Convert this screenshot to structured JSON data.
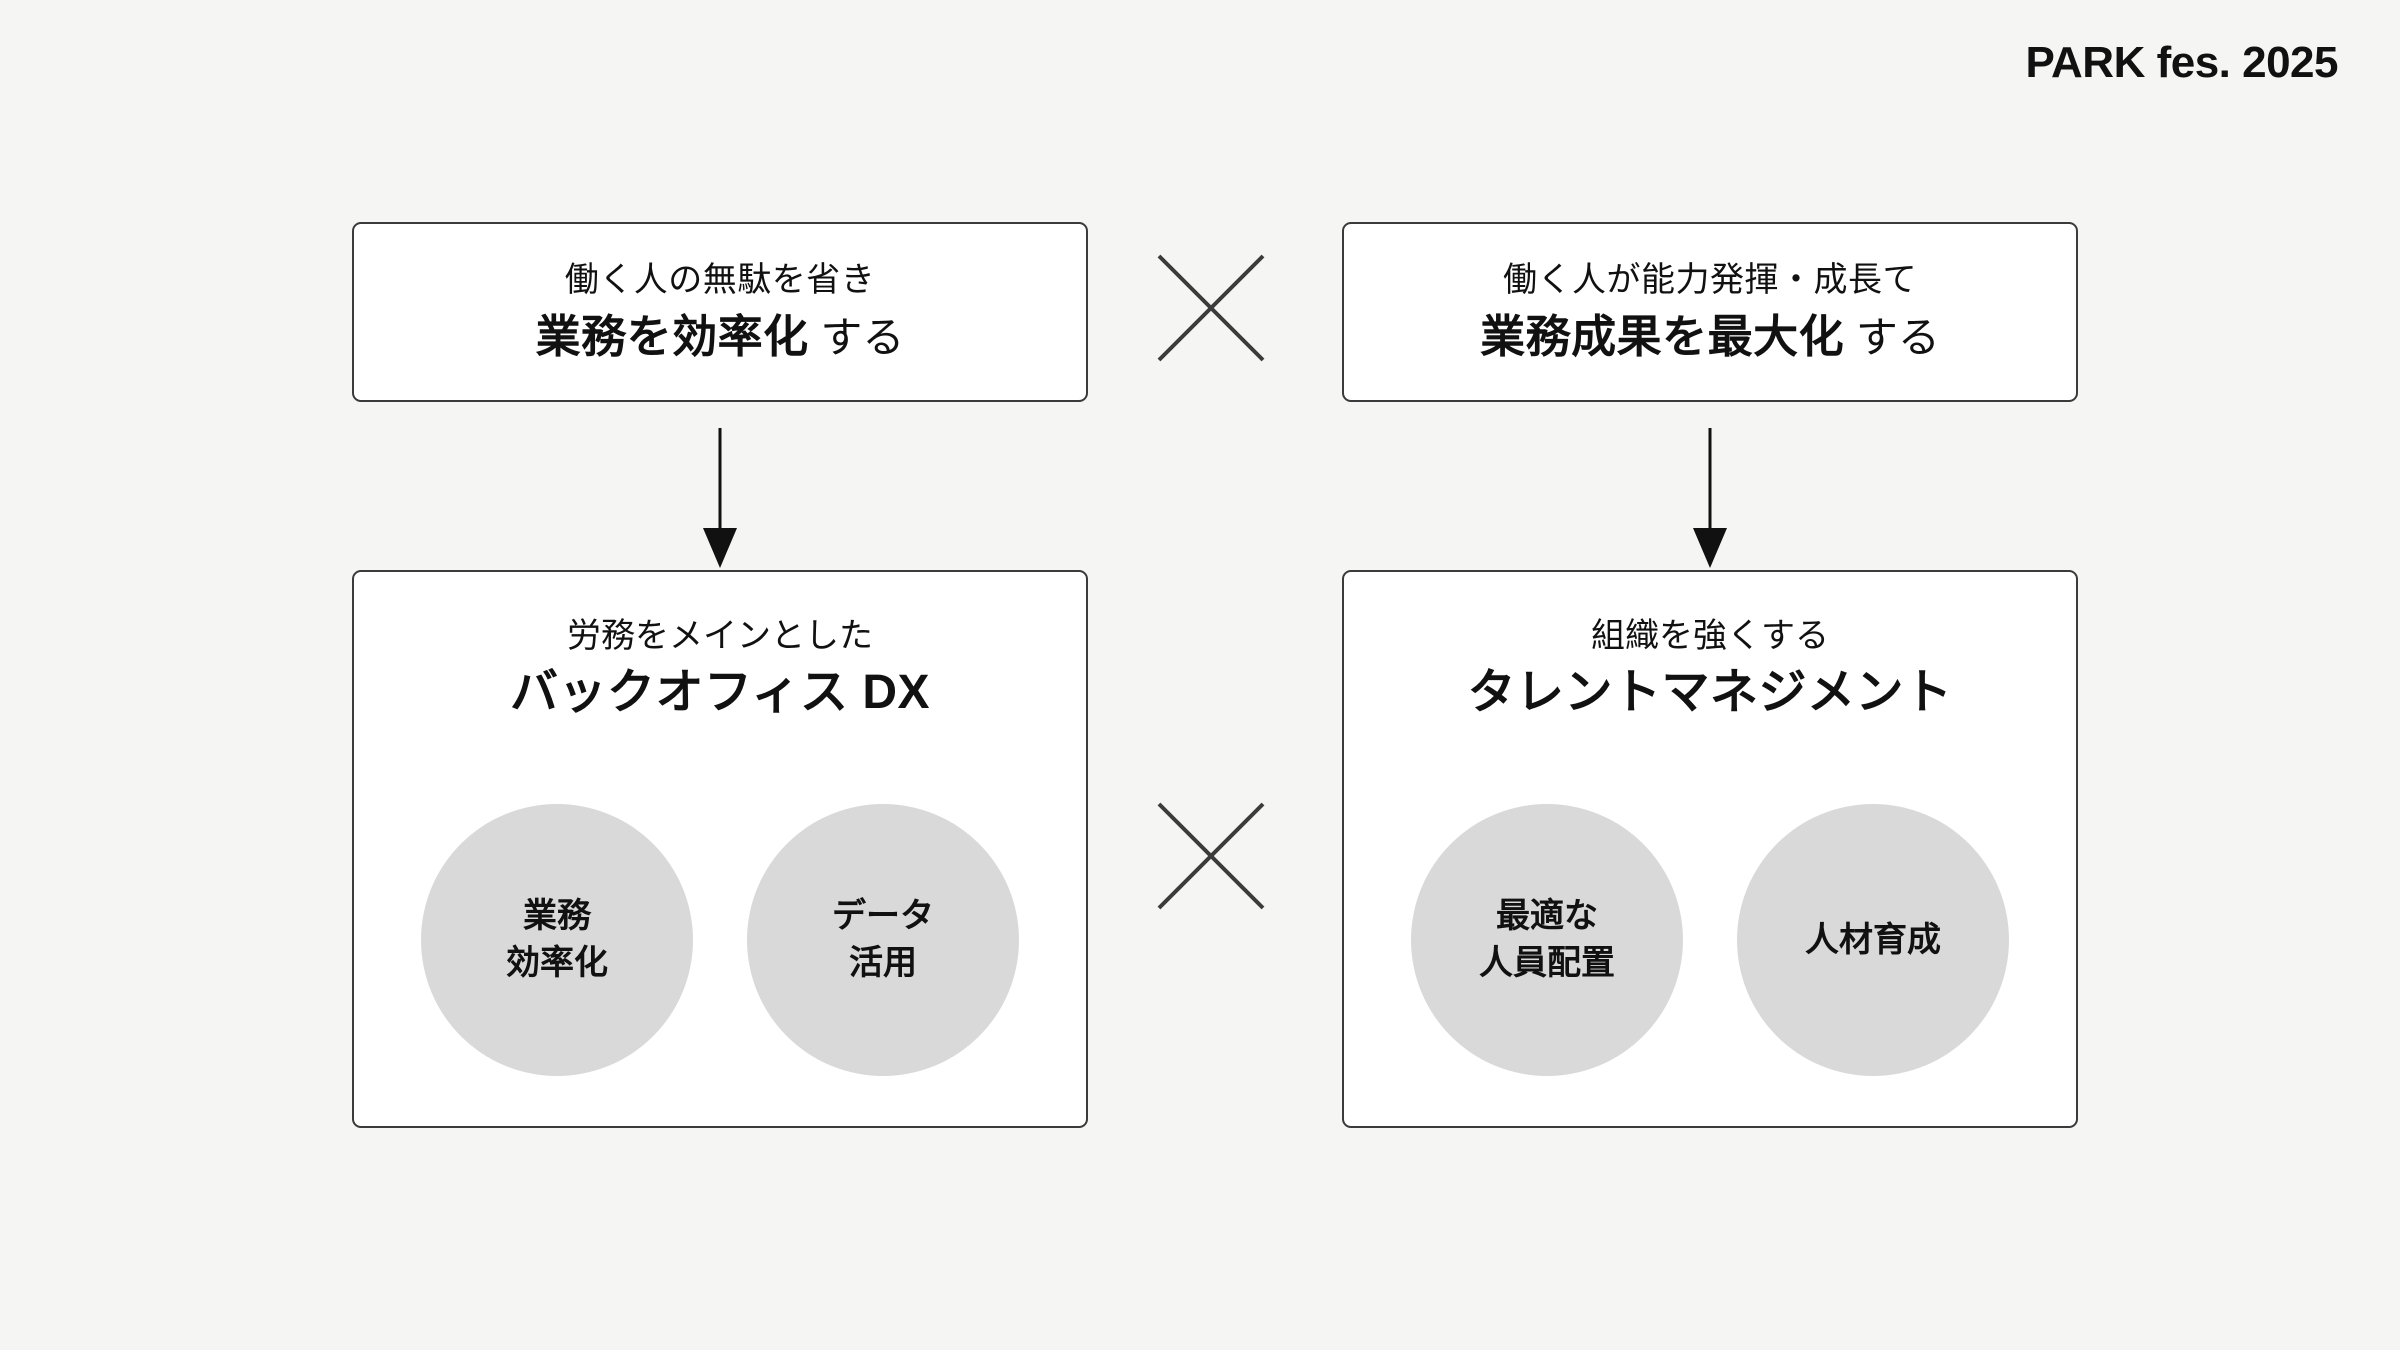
{
  "brand": {
    "label": "PARK fes. 2025"
  },
  "statements": [
    {
      "id": "efficiency",
      "line1": "働く人の無駄を省き",
      "line2_strong": "業務を効率化",
      "line2_tail": "する"
    },
    {
      "id": "maximize",
      "line1": "働く人が能力発揮・成長て",
      "line2_strong": "業務成果を最大化",
      "line2_tail": "する"
    }
  ],
  "pillars": [
    {
      "id": "backoffice-dx",
      "sub": "労務をメインとした",
      "main": "バックオフィス DX",
      "bubbles": [
        {
          "line1": "業務",
          "line2": "効率化"
        },
        {
          "line1": "データ",
          "line2": "活用"
        }
      ]
    },
    {
      "id": "talent-management",
      "sub": "組織を強くする",
      "main": "タレントマネジメント",
      "bubbles": [
        {
          "line1": "最適な",
          "line2": "人員配置"
        },
        {
          "line1": "人材育成",
          "line2": ""
        }
      ]
    }
  ],
  "connectors": {
    "cross_top": "x-cross",
    "cross_bottom": "x-cross",
    "arrow_left": "down-arrow",
    "arrow_right": "down-arrow"
  },
  "colors": {
    "background": "#f5f5f3",
    "card_fill": "#ffffff",
    "card_border": "#3b3b3b",
    "bubble_fill": "#d9d9d9",
    "text": "#111111",
    "cross_stroke": "#3b3b3b"
  }
}
